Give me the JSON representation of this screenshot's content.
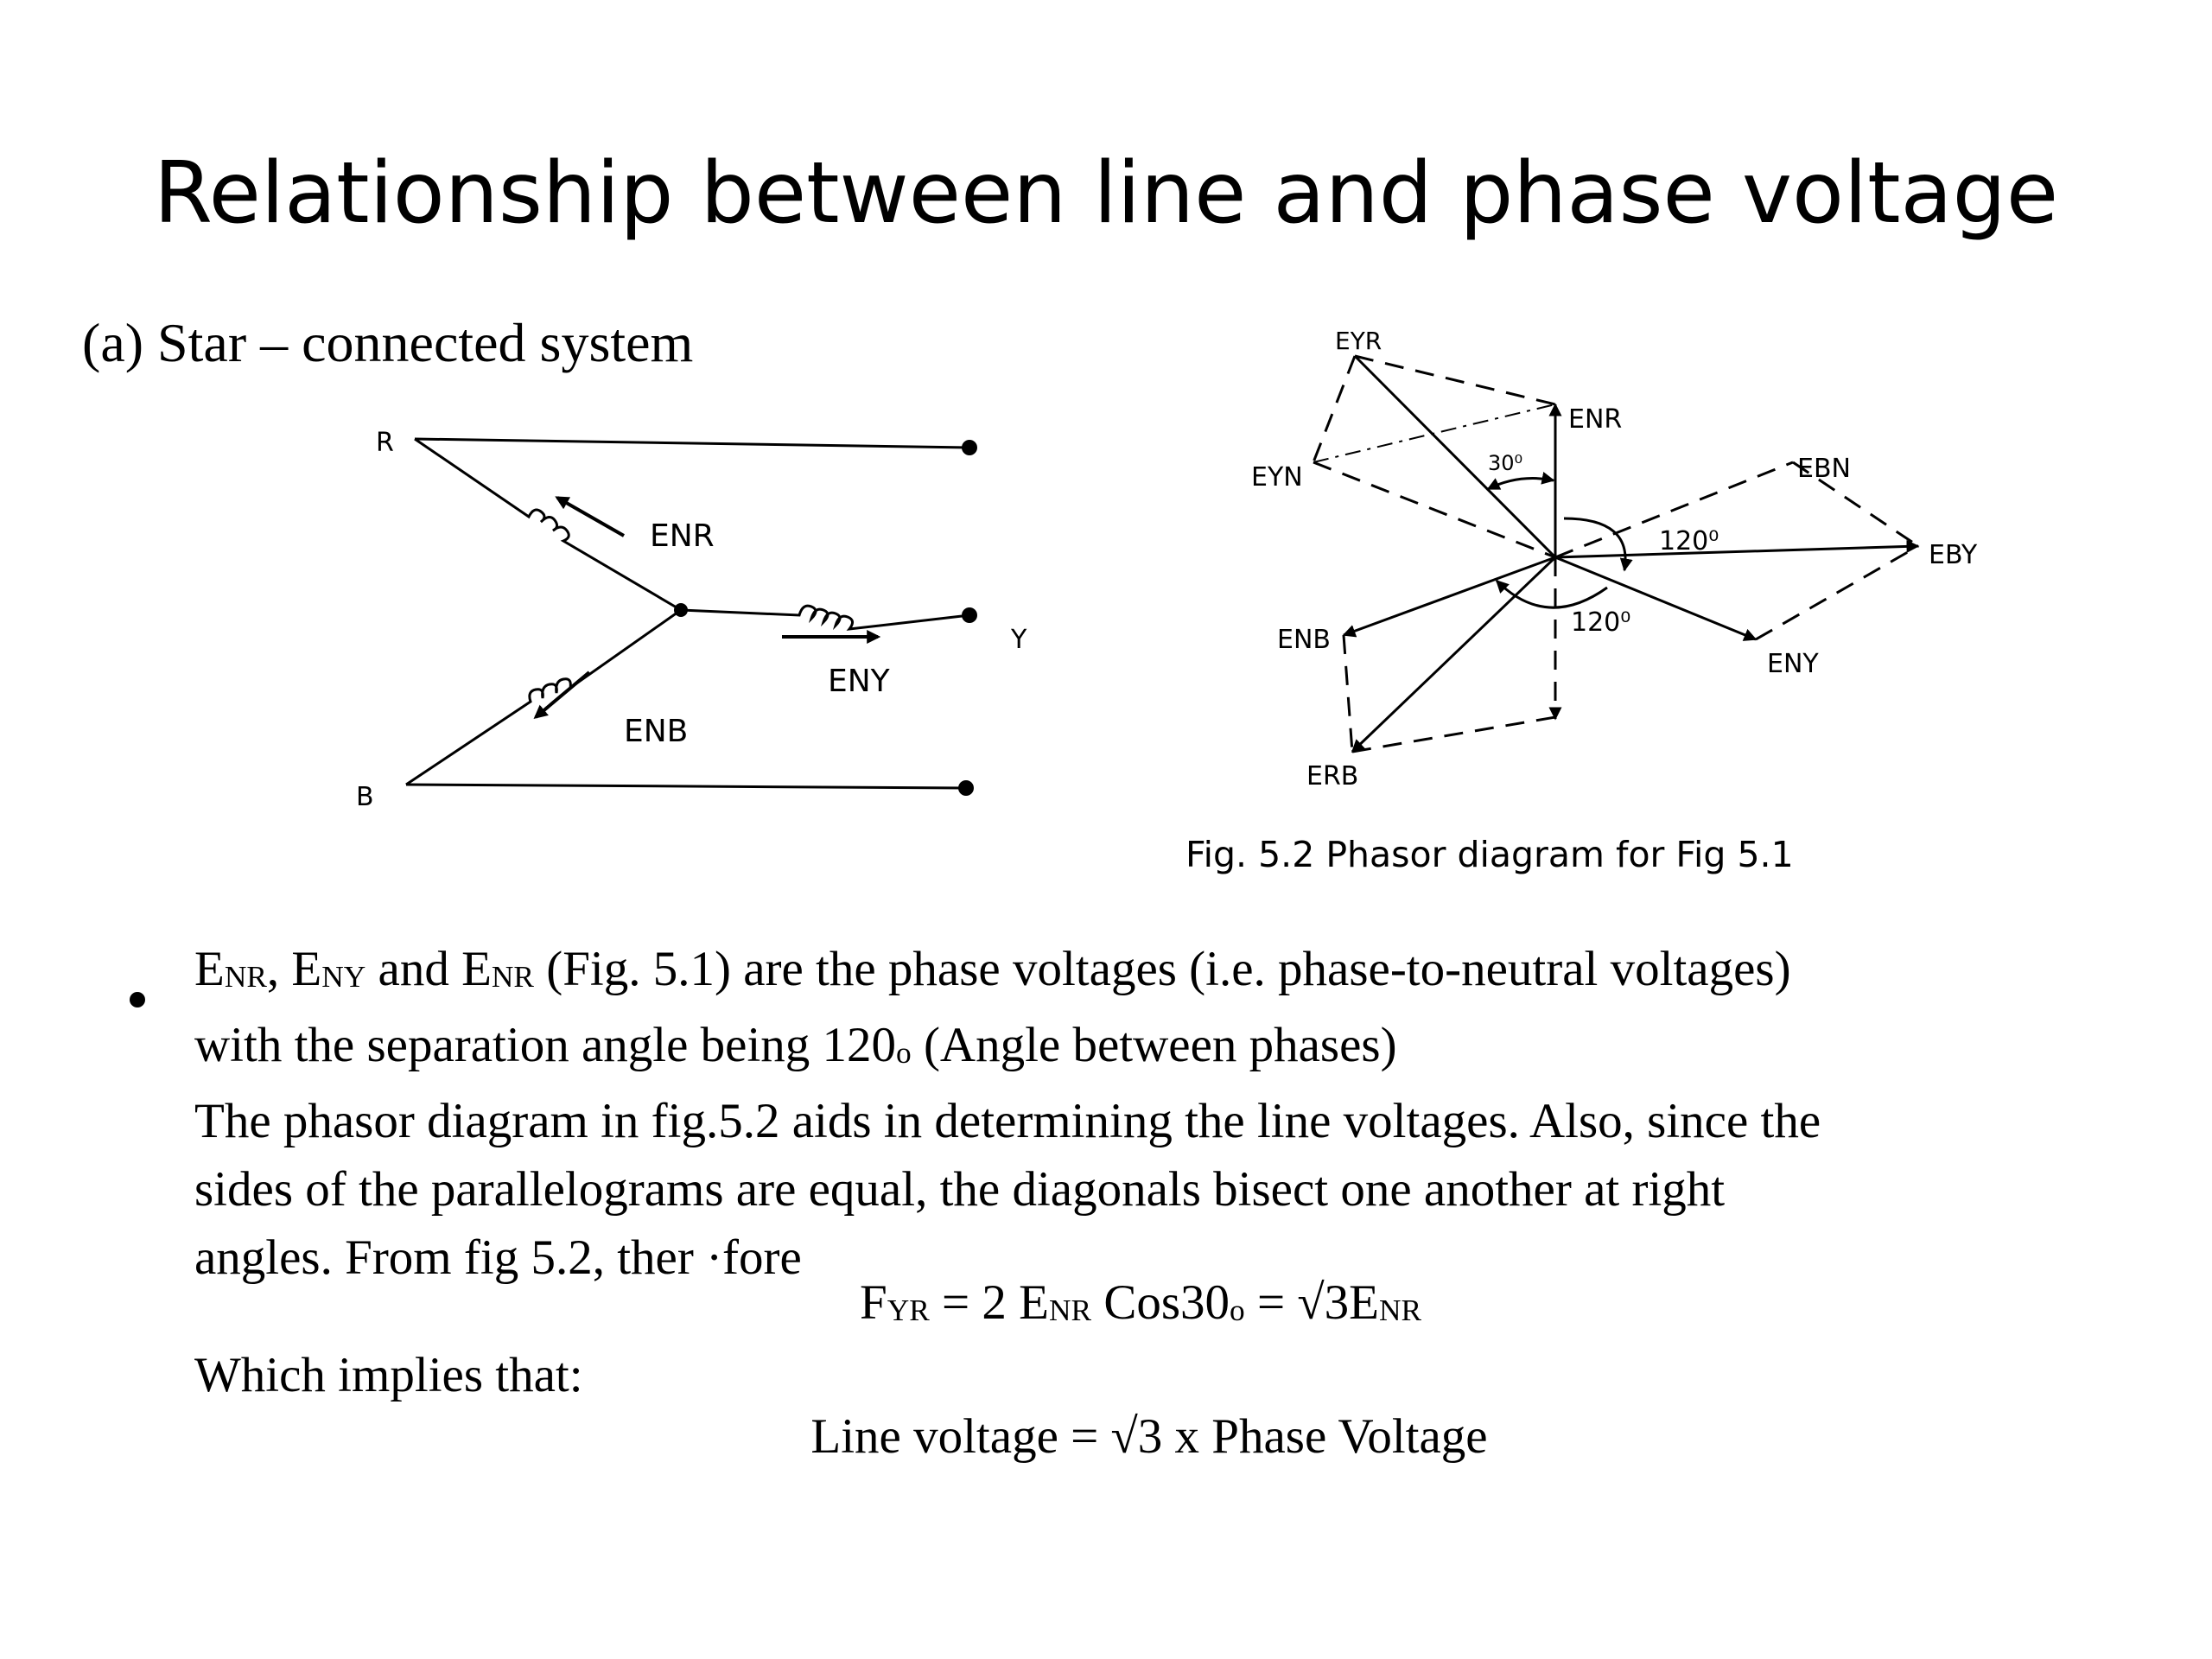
{
  "slide": {
    "title": "Relationship between line and phase voltage",
    "subheading": "(a) Star – connected system"
  },
  "fig1": {
    "terminal_r": "R",
    "terminal_y": "Y",
    "terminal_b": "B",
    "label_enr": "ENR",
    "label_eny": "ENY",
    "label_enb": "ENB"
  },
  "fig2": {
    "label_eyr": "EYR",
    "label_enr": "ENR",
    "label_eyn": "EYN",
    "label_ebn": "EBN",
    "label_eby": "EBY",
    "label_enb": "ENB",
    "label_eny": "ENY",
    "label_erb": "ERB",
    "angle_30": "30⁰",
    "angle_120_a": "120⁰",
    "angle_120_b": "120⁰",
    "caption": "Fig. 5.2 Phasor diagram for Fig 5.1"
  },
  "body": {
    "p1_e1": "E",
    "p1_s1": "NR",
    "p1_sep1": ", E",
    "p1_s2": "NY",
    "p1_sep2": " and E",
    "p1_s3": "NR",
    "p1_rest": " (Fig.  5.1) are the phase voltages (i.e. phase-to-neutral voltages)",
    "p1_line2a": "with the separation angle being 120",
    "p1_deg": "o",
    "p1_line2b": " (Angle  between phases)",
    "p2_line1": "The phasor diagram in fig.5.2 aids in determining the line voltages. Also, since the",
    "p2_line2": "sides of the parallelograms  are equal, the diagonals  bisect one another at right",
    "p2_line3": "angles. From fig 5.2, ther ·fore",
    "eq1_f": "F",
    "eq1_s1": "YR",
    "eq1_mid": " = 2 E",
    "eq1_s2": "NR",
    "eq1_cos": " Cos30",
    "eq1_deg": "o",
    "eq1_end": " = √3E",
    "eq1_s3": "NR",
    "implies": "Which implies  that:",
    "eq2": "Line voltage = √3 x Phase Voltage"
  }
}
